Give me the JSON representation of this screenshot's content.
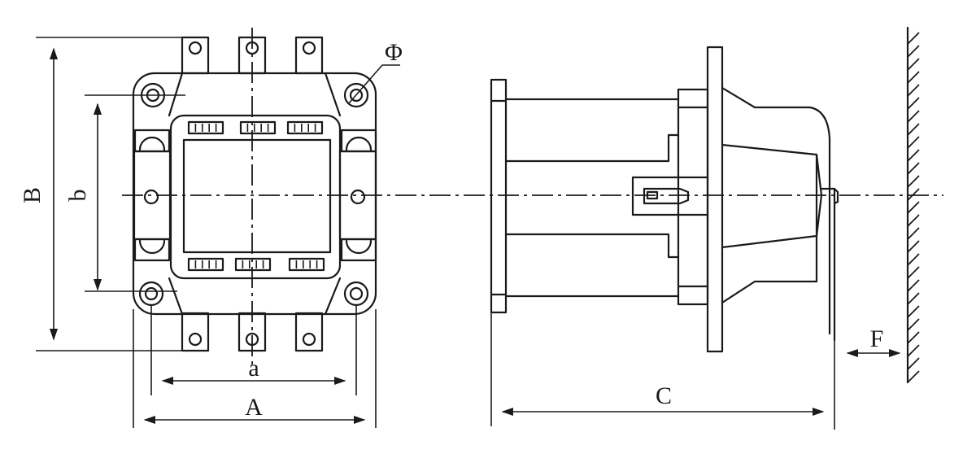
{
  "labels": {
    "A": "A",
    "B": "B",
    "a": "a",
    "b": "b",
    "C": "C",
    "F": "F",
    "phi": "Φ"
  },
  "colors": {
    "line": "#1a1a1a",
    "background": "#ffffff"
  }
}
